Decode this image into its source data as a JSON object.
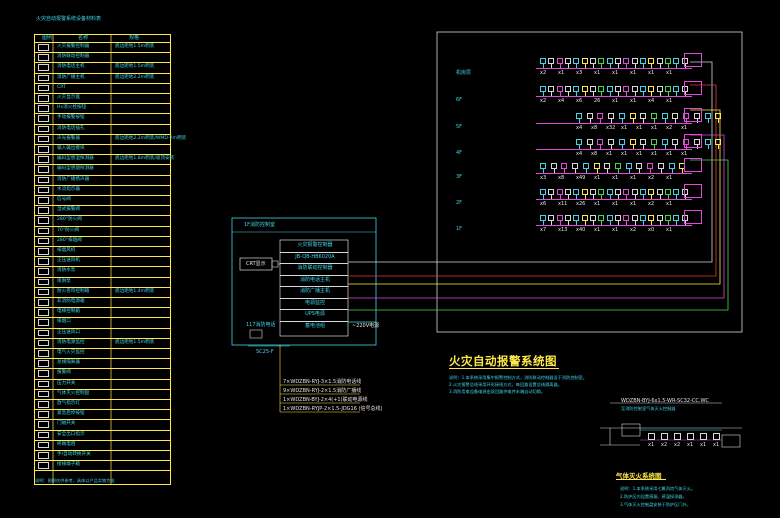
{
  "legend": {
    "title": "火灾自动报警系统设备材料表",
    "header": {
      "symbol": "图例",
      "name": "名称",
      "spec": "规格"
    },
    "rows": [
      {
        "name": "火灾报警控制器",
        "spec": "底边距地1.5m明装"
      },
      {
        "name": "消防联动控制器",
        "spec": ""
      },
      {
        "name": "消防电话主机",
        "spec": "底边距地1.5m明装"
      },
      {
        "name": "消防广播主机",
        "spec": "底边距地2.2m明装"
      },
      {
        "name": "CRT",
        "spec": ""
      },
      {
        "name": "火灾显示盘",
        "spec": ""
      },
      {
        "name": "Hx消火栓按钮",
        "spec": ""
      },
      {
        "name": "手动报警按钮",
        "spec": ""
      },
      {
        "name": "消防电话插孔",
        "spec": ""
      },
      {
        "name": "声光报警器",
        "spec": "底边距地2.2m明装/WMD-2m明装"
      },
      {
        "name": "输入输出模块",
        "spec": ""
      },
      {
        "name": "编码型感温探测器",
        "spec": "底边距地1.8m明装/吸顶安装"
      },
      {
        "name": "编码型感烟探测器",
        "spec": ""
      },
      {
        "name": "消防广播扬声器",
        "spec": ""
      },
      {
        "name": "水流指示器",
        "spec": ""
      },
      {
        "name": "信号阀",
        "spec": ""
      },
      {
        "name": "湿式报警阀",
        "spec": ""
      },
      {
        "name": "280°防火阀",
        "spec": ""
      },
      {
        "name": "70°防火阀",
        "spec": ""
      },
      {
        "name": "280°排烟阀",
        "spec": ""
      },
      {
        "name": "排烟风机",
        "spec": ""
      },
      {
        "name": "正压送风机",
        "spec": ""
      },
      {
        "name": "消防水泵",
        "spec": ""
      },
      {
        "name": "喷淋泵",
        "spec": ""
      },
      {
        "name": "防火卷帘控制箱",
        "spec": "底边距地1.4m明装"
      },
      {
        "name": "非消防电源箱",
        "spec": ""
      },
      {
        "name": "电梯控制箱",
        "spec": ""
      },
      {
        "name": "排烟口",
        "spec": ""
      },
      {
        "name": "正压送风口",
        "spec": ""
      },
      {
        "name": "消防电源监控",
        "spec": "底边距地1.5m明装"
      },
      {
        "name": "电气火灾监控",
        "spec": ""
      },
      {
        "name": "总线隔离器",
        "spec": ""
      },
      {
        "name": "报警阀",
        "spec": ""
      },
      {
        "name": "压力开关",
        "spec": ""
      },
      {
        "name": "气体灭火控制盘",
        "spec": ""
      },
      {
        "name": "放气指示灯",
        "spec": ""
      },
      {
        "name": "紧急启停按钮",
        "spec": ""
      },
      {
        "name": "门磁开关",
        "spec": ""
      },
      {
        "name": "安全出口指示",
        "spec": ""
      },
      {
        "name": "终端电阻",
        "spec": ""
      },
      {
        "name": "手/自动转换开关",
        "spec": ""
      },
      {
        "name": "接线端子箱",
        "spec": ""
      }
    ],
    "note": "说明：图例仅供参考，具体以产品实物为准"
  },
  "control_room": {
    "label": "1F消防控制室",
    "crt_label": "CRT显示",
    "panel_rows": [
      "火灾报警控制器",
      "JB-QB-HB6020A",
      "消防联动控制器",
      "消防电话主机",
      "消防广播主机",
      "电源监控",
      "UPS电源",
      "蓄电池组"
    ],
    "power_note": "~220V电源",
    "box_label": "117消防电话",
    "conduit_label": "SC25-F"
  },
  "cable_specs": [
    "7×WDZBN-RYJ-3×1.5消防电话线",
    "9×WDZBN-RYJ-2×1.5消防广播线",
    "1×WDZBN-BYJ-2×4(+1)联动电源线",
    "1×WDZBN-RYJP-2×1.5-JDG16 (信号总线)"
  ],
  "riser": {
    "floors": [
      "机房层",
      "6F",
      "5F",
      "4F",
      "3F",
      "2F",
      "1F"
    ],
    "counts": [
      [
        "x2",
        "x1",
        "x3",
        "x1",
        "x1",
        "x1",
        "x1",
        "x1"
      ],
      [
        "x2",
        "x4",
        "x6",
        "26",
        "x1",
        "x1",
        "x4",
        "x1"
      ],
      [
        "x4",
        "x8",
        "x32",
        "x1",
        "x1",
        "x1",
        "x2",
        "x1"
      ],
      [
        "x4",
        "x8",
        "x1",
        "x1",
        "x1",
        "x1",
        "x1",
        "x1"
      ],
      [
        "x3",
        "x8",
        "x49",
        "x1",
        "x1",
        "x1",
        "x2",
        "x1"
      ],
      [
        "x6",
        "x11",
        "x26",
        "x1",
        "x1",
        "x1",
        "x2",
        "x1"
      ],
      [
        "x7",
        "x13",
        "x40",
        "x1",
        "x1",
        "x2",
        "x0",
        "x1"
      ]
    ]
  },
  "main_title": "火灾自动报警系统图",
  "main_notes": [
    "说明：1.本系统采用集中报警控制方式，消防联动控制器设于消防控制室。",
    "2.火灾报警总线采用环形接线方式，每回路设置总线隔离器。",
    "3.消防用电设备电源由双回路供电并末端自动切换。"
  ],
  "gas": {
    "cable_label": "WDZBN-BYJ-6x1.5-WR-SC32-CC.WC",
    "cable_note": "至消防控制室气体灭火控制器",
    "title": "气体灭火系统图",
    "notes": [
      "说明：1.本系统采用七氟丙烷气体灭火。",
      "2.防护区内设置感烟、感温探测器。",
      "3.气体灭火控制盘安装于防护区门外。"
    ],
    "counts": [
      "x1",
      "x2",
      "x2",
      "x1",
      "x1",
      "x1"
    ]
  },
  "colors": {
    "frame": "#ffe84a",
    "cyan": "#41d4e8",
    "white": "#e6e6e6",
    "magenta": "#e24bd8",
    "green": "#49d64c",
    "red": "#e83b3b",
    "yellow": "#ffe84a"
  }
}
